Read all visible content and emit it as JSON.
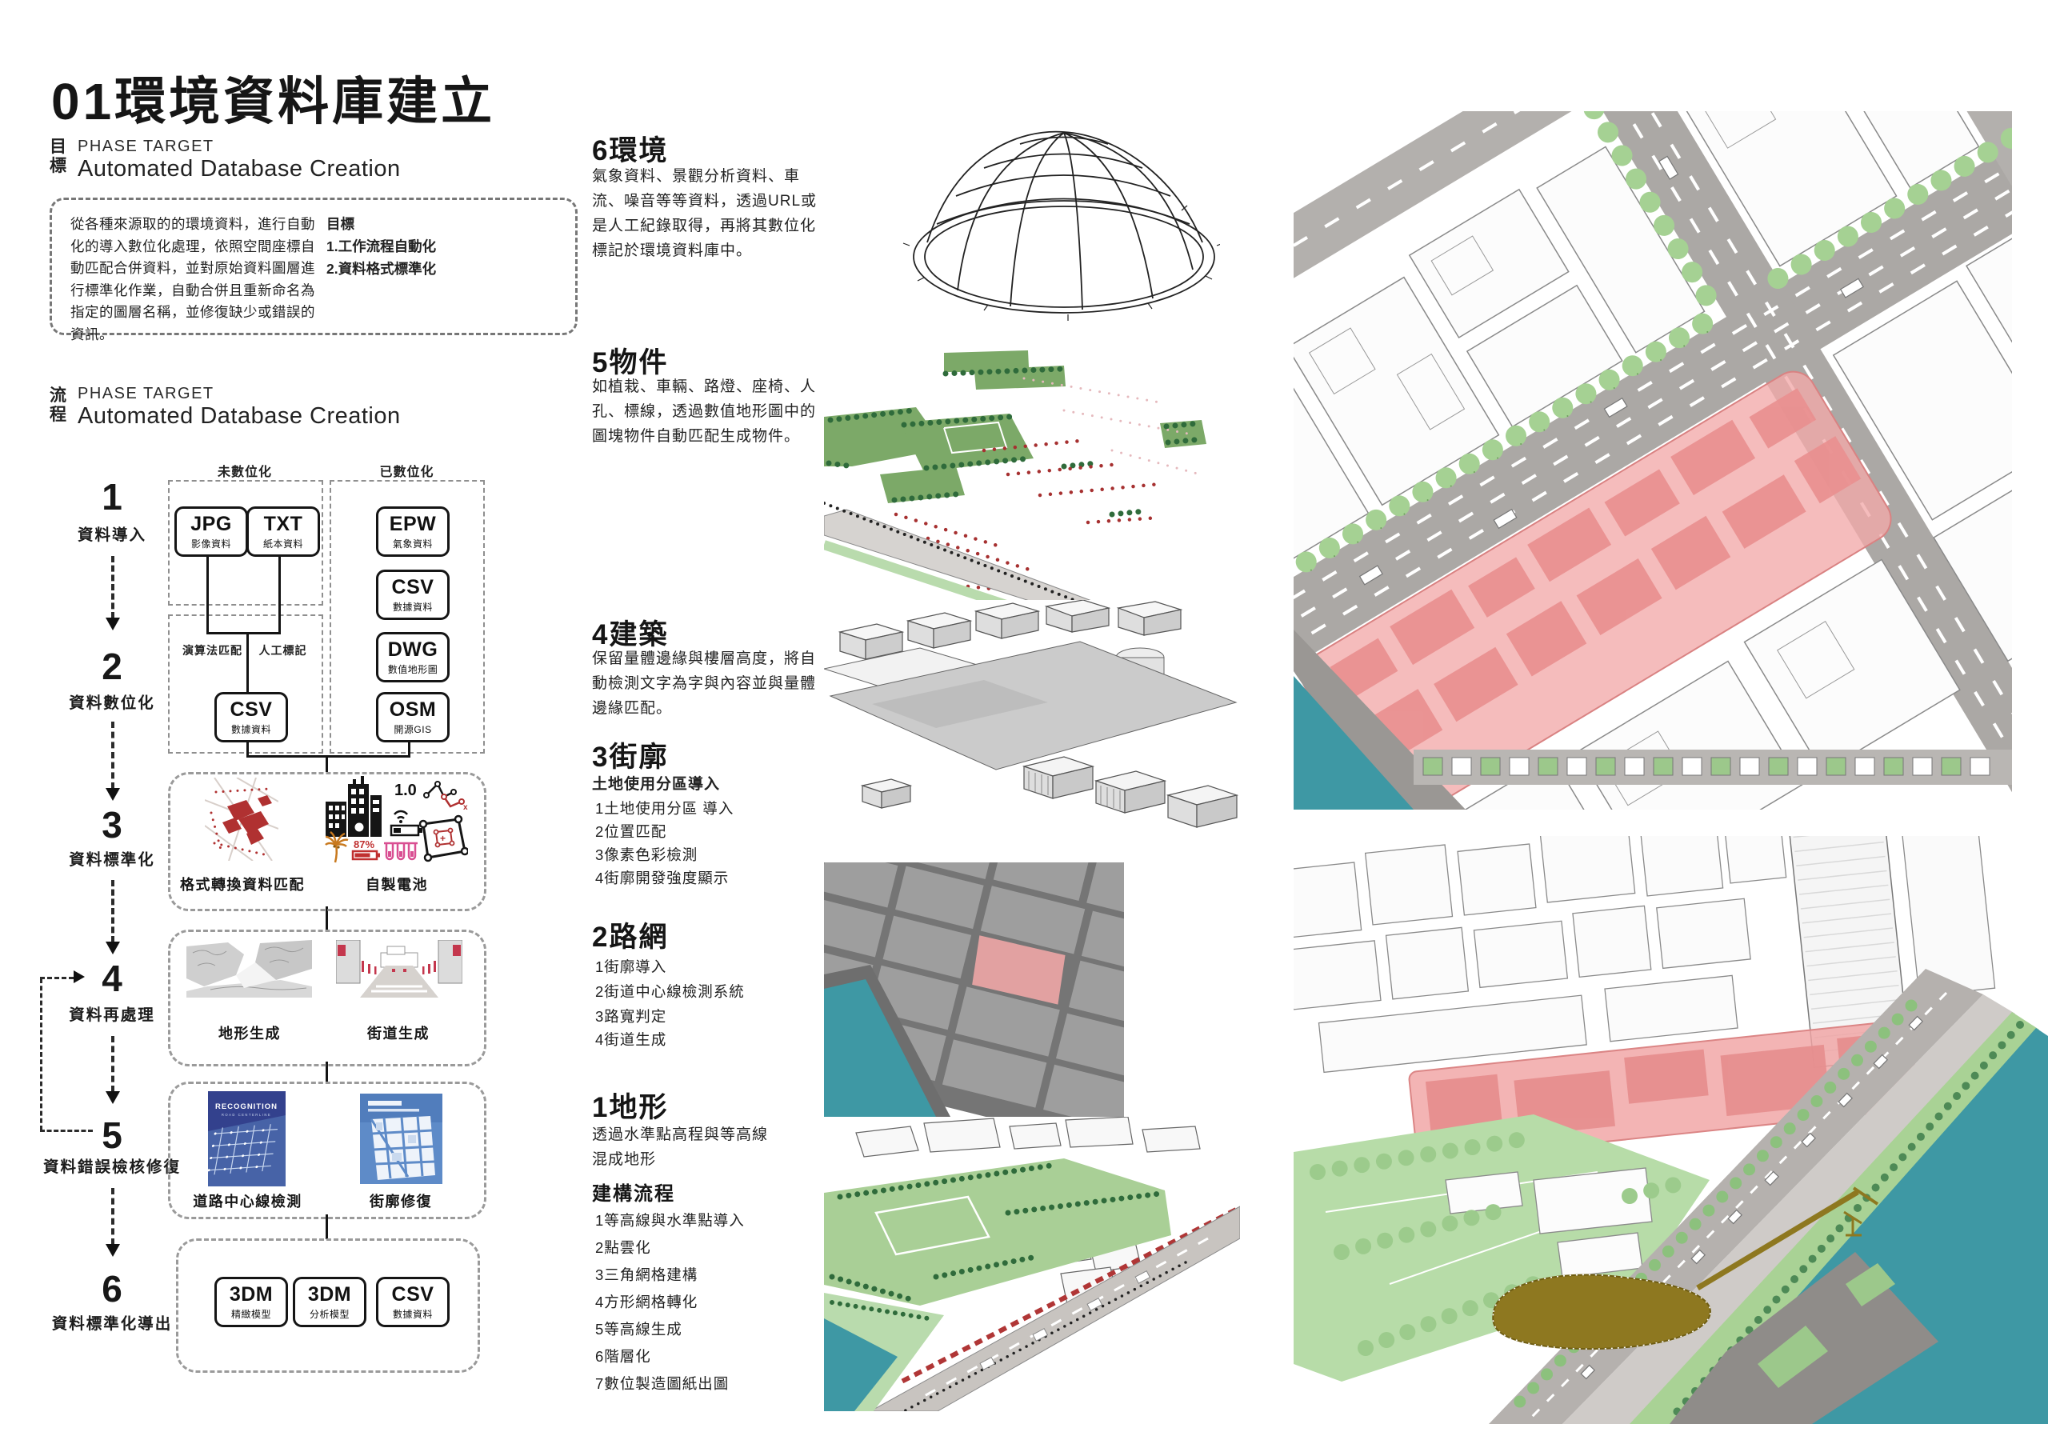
{
  "poster": {
    "title": "01環境資料庫建立"
  },
  "target": {
    "side": "目標",
    "eyebrow": "PHASE TARGET",
    "heading": "Automated Database Creation",
    "paragraph": "從各種來源取的的環境資料，進行自動化的導入數位化處理，依照空間座標自動匹配合併資料，並對原始資料圖層進行標準化作業，自動合併且重新命名為指定的圖層名稱，並修復缺少或錯誤的資訊。",
    "goals_title": "目標",
    "goal1": "1.工作流程自動化",
    "goal2": "2.資料格式標準化"
  },
  "process": {
    "side": "流程",
    "eyebrow": "PHASE TARGET",
    "heading": "Automated Database Creation",
    "undigitized": "未數位化",
    "digitized": "已數位化",
    "algorithm_label": "演算法匹配",
    "manual_label": "人工標記",
    "steps": [
      {
        "num": "1",
        "label": "資料導入"
      },
      {
        "num": "2",
        "label": "資料數位化"
      },
      {
        "num": "3",
        "label": "資料標準化"
      },
      {
        "num": "4",
        "label": "資料再處理"
      },
      {
        "num": "5",
        "label": "資料錯誤檢核修復"
      },
      {
        "num": "6",
        "label": "資料標準化導出"
      }
    ],
    "boxes": {
      "jpg": {
        "code": "JPG",
        "desc": "影像資料"
      },
      "txt": {
        "code": "TXT",
        "desc": "紙本資料"
      },
      "epw": {
        "code": "EPW",
        "desc": "氣象資料"
      },
      "csv1": {
        "code": "CSV",
        "desc": "數據資料"
      },
      "dwg": {
        "code": "DWG",
        "desc": "數值地形圖"
      },
      "csv2": {
        "code": "CSV",
        "desc": "數據資料"
      },
      "osm": {
        "code": "OSM",
        "desc": "開源GIS"
      },
      "dm1": {
        "code": "3DM",
        "desc": "精緻模型"
      },
      "dm2": {
        "code": "3DM",
        "desc": "分析模型"
      },
      "csv3": {
        "code": "CSV",
        "desc": "數據資料"
      }
    },
    "captions": {
      "format_match": "格式轉換資料匹配",
      "battery": "自製電池",
      "terrain_gen": "地形生成",
      "street_gen": "街道生成",
      "centerline": "道路中心線檢測",
      "block_fix": "街廓修復"
    },
    "badges": {
      "version": "1.0",
      "percent": "87%"
    },
    "recognition": {
      "title": "RECOGNITION",
      "subtitle": "ROAD CENTERLINE"
    }
  },
  "layers": [
    {
      "num": "6",
      "name": "環境",
      "body": "氣象資料、景觀分析資料、車流、噪音等等資料，透過URL或是人工紀錄取得，再將其數位化標記於環境資料庫中。"
    },
    {
      "num": "5",
      "name": "物件",
      "body": "如植栽、車輛、路燈、座椅、人孔、標線，透過數值地形圖中的圖塊物件自動匹配生成物件。"
    },
    {
      "num": "4",
      "name": "建築",
      "body": "保留量體邊緣與樓層高度，將自動檢測文字為字與內容並與量體邊緣匹配。"
    },
    {
      "num": "3",
      "name": "街廓",
      "intro": "土地使用分區導入",
      "items": [
        "1土地使用分區 導入",
        "2位置匹配",
        "3像素色彩檢測",
        "4街廓開發強度顯示"
      ]
    },
    {
      "num": "2",
      "name": "路網",
      "items": [
        "1街廓導入",
        "2街道中心線檢測系統",
        "3路寬判定",
        "4街道生成"
      ]
    },
    {
      "num": "1",
      "name": "地形",
      "body": "透過水準點高程與等高線混成地形",
      "sub": "建構流程",
      "items": [
        "1等高線與水準點導入",
        "2點雲化",
        "3三角網格建構",
        "4方形網格轉化",
        "5等高線生成",
        "6階層化",
        "7數位製造圖紙出圖"
      ]
    }
  ],
  "colors": {
    "accent_pink": "#F2A9A9",
    "tree_green": "#9CCB8C",
    "park_green": "#B7DCA8",
    "water_teal": "#3E98A4",
    "road_grey": "#ABA8A5",
    "highlight_red": "#B03131",
    "blueprint_blue": "#33418D",
    "gold": "#8E7820"
  }
}
